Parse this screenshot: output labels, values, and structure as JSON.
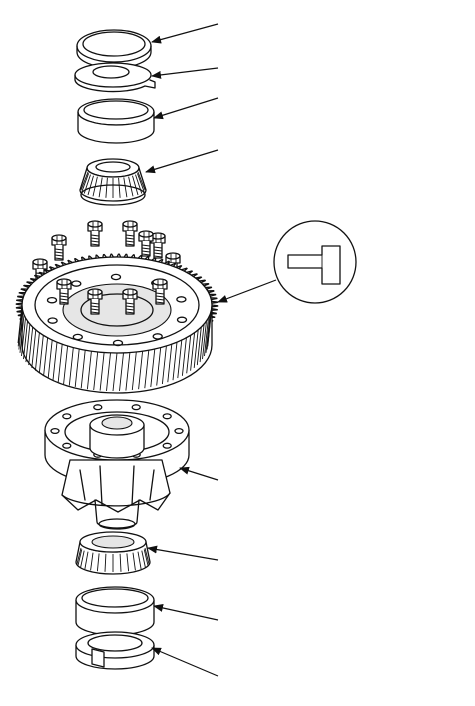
{
  "figure": {
    "title": "",
    "parts": [
      {
        "id": "top-shim",
        "icon": "shim-ring-icon"
      },
      {
        "id": "top-clip",
        "icon": "retaining-clip-icon"
      },
      {
        "id": "top-bearing-race",
        "icon": "bearing-race-icon"
      },
      {
        "id": "top-tapered-bearing",
        "icon": "tapered-roller-bearing-icon"
      },
      {
        "id": "ring-gear-bolts",
        "icon": "bolt-icon"
      },
      {
        "id": "ring-gear",
        "icon": "helical-ring-gear-icon"
      },
      {
        "id": "differential-carrier",
        "icon": "differential-carrier-icon"
      },
      {
        "id": "bottom-tapered-bearing",
        "icon": "tapered-roller-bearing-icon"
      },
      {
        "id": "bottom-bearing-race",
        "icon": "bearing-race-icon"
      },
      {
        "id": "bottom-clip-shim",
        "icon": "retaining-clip-icon"
      }
    ],
    "callout": {
      "icon": "bolt-profile-detail-icon",
      "label": ""
    },
    "colors": {
      "line": "#111111",
      "background": "#ffffff",
      "shade": "#e6e6e6"
    }
  }
}
